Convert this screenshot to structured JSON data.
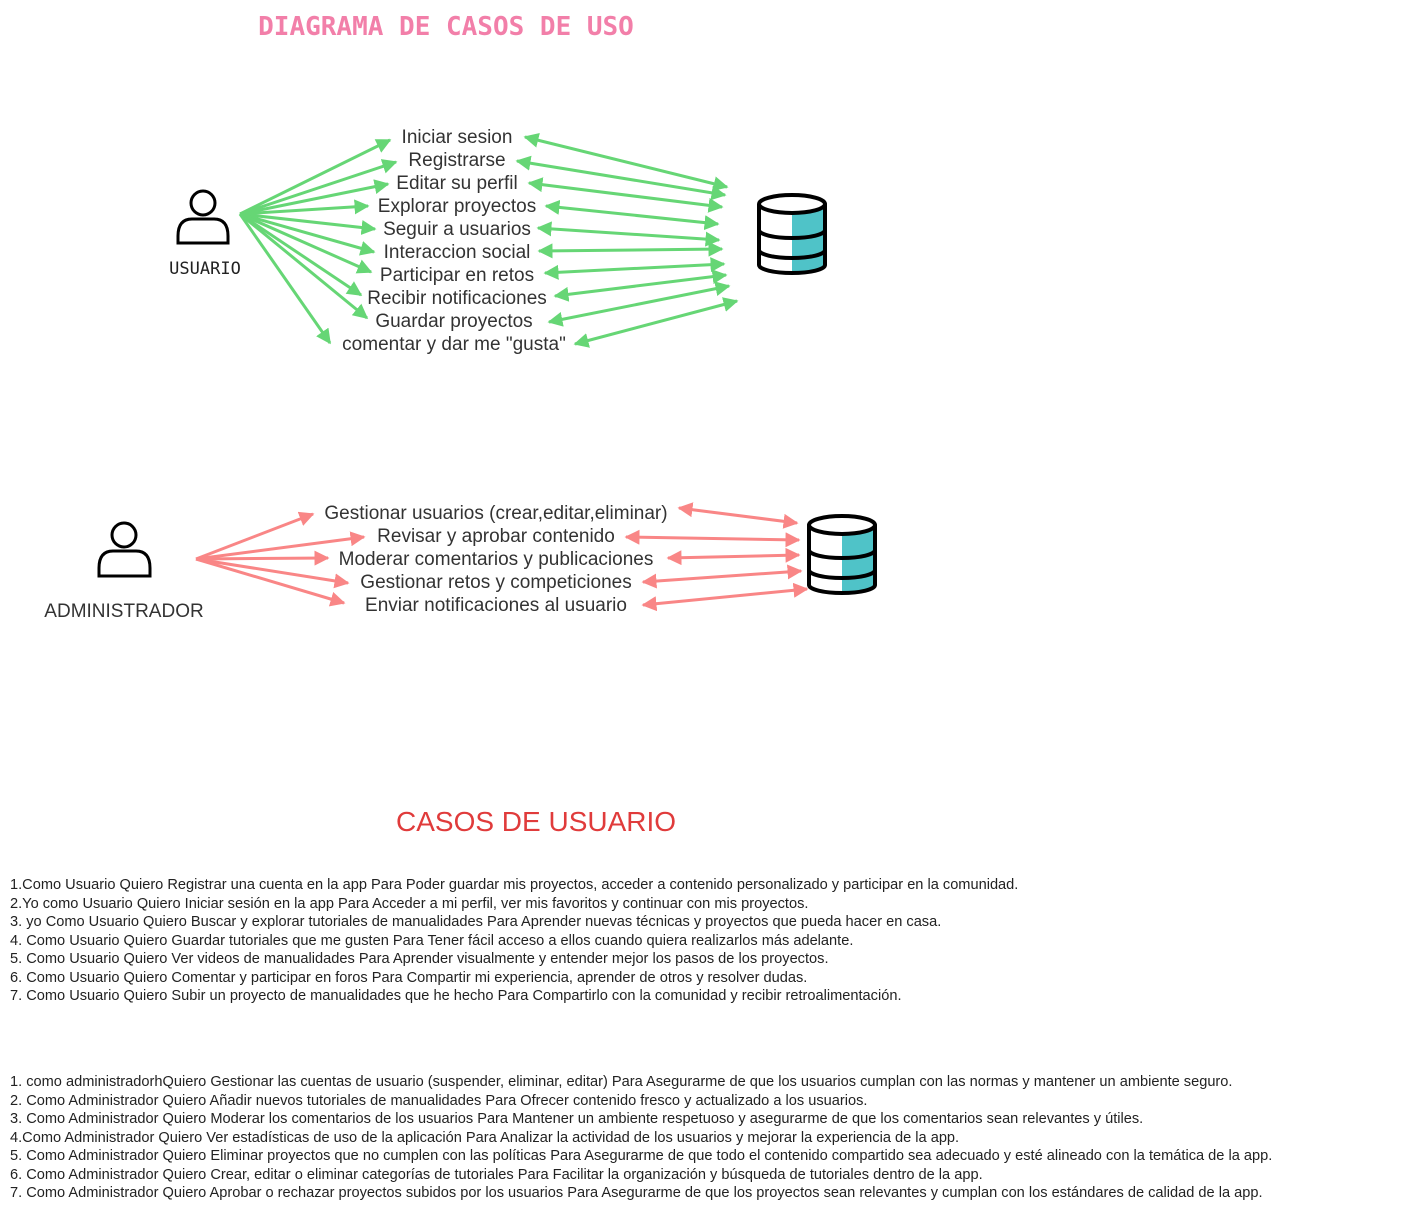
{
  "title": "DIAGRAMA DE CASOS DE USO",
  "actors": {
    "user": {
      "label": "USUARIO",
      "icon": "person-icon",
      "use_cases": [
        "Iniciar sesion",
        "Registrarse",
        "Editar su perfil",
        "Explorar proyectos",
        "Seguir a usuarios",
        "Interaccion social",
        "Participar en retos",
        "Recibir notificaciones",
        "Guardar proyectos",
        "comentar y dar me \"gusta\""
      ]
    },
    "admin": {
      "label": "ADMINISTRADOR",
      "icon": "person-icon",
      "use_cases": [
        "Gestionar usuarios (crear,editar,eliminar)",
        "Revisar y aprobar contenido",
        "Moderar comentarios y publicaciones",
        "Gestionar retos y competiciones",
        "Enviar notificaciones al  usuario"
      ]
    }
  },
  "database_icon": "database-icon",
  "colors": {
    "title": "#f27fa9",
    "user_arrows": "#66d675",
    "admin_arrows": "#f98686",
    "database_fill": "#4fc3c8",
    "section_title": "#e03b3b"
  },
  "user_stories": {
    "title": "CASOS DE USUARIO",
    "user_items": [
      "1.Como Usuario Quiero Registrar una cuenta en la app Para Poder guardar mis proyectos, acceder a contenido personalizado y participar en la comunidad.",
      "2.Yo como Usuario Quiero Iniciar sesión en la app Para Acceder a mi perfil, ver mis favoritos y continuar con mis proyectos.",
      "3. yo Como Usuario Quiero Buscar y explorar tutoriales de manualidades Para Aprender nuevas técnicas y proyectos que pueda hacer en casa.",
      "4. Como Usuario Quiero Guardar tutoriales que me gusten Para Tener fácil acceso a ellos cuando quiera realizarlos más adelante.",
      "5. Como Usuario Quiero Ver videos de manualidades Para Aprender visualmente y entender mejor los pasos de los proyectos.",
      "6. Como Usuario Quiero Comentar y participar en foros Para Compartir mi experiencia, aprender de otros y resolver dudas.",
      "7. Como Usuario Quiero Subir un proyecto de manualidades que he hecho Para Compartirlo con la comunidad y recibir retroalimentación."
    ],
    "admin_items": [
      "1.  como administradorhQuiero Gestionar las cuentas de usuario (suspender, eliminar, editar) Para Asegurarme de que los usuarios cumplan con las normas y mantener un ambiente seguro.",
      "2. Como Administrador Quiero Añadir nuevos tutoriales de manualidades Para Ofrecer contenido fresco y actualizado a los usuarios.",
      "3. Como Administrador Quiero Moderar los comentarios de los usuarios Para Mantener un ambiente respetuoso y asegurarme de que los comentarios sean relevantes y útiles.",
      "4.Como Administrador Quiero Ver estadísticas de uso de la aplicación Para Analizar la actividad de los usuarios y mejorar la experiencia de la app.",
      "5. Como Administrador Quiero Eliminar proyectos que no cumplen con las políticas Para Asegurarme de que todo el contenido compartido sea adecuado y esté alineado con la temática de la app.",
      "6. Como Administrador Quiero Crear, editar o eliminar categorías de tutoriales Para Facilitar la organización y búsqueda de tutoriales dentro de la app.",
      "7. Como Administrador Quiero Aprobar o rechazar proyectos subidos por los usuarios Para Asegurarme de que los proyectos sean relevantes y cumplan con los estándares de calidad de la app."
    ]
  }
}
